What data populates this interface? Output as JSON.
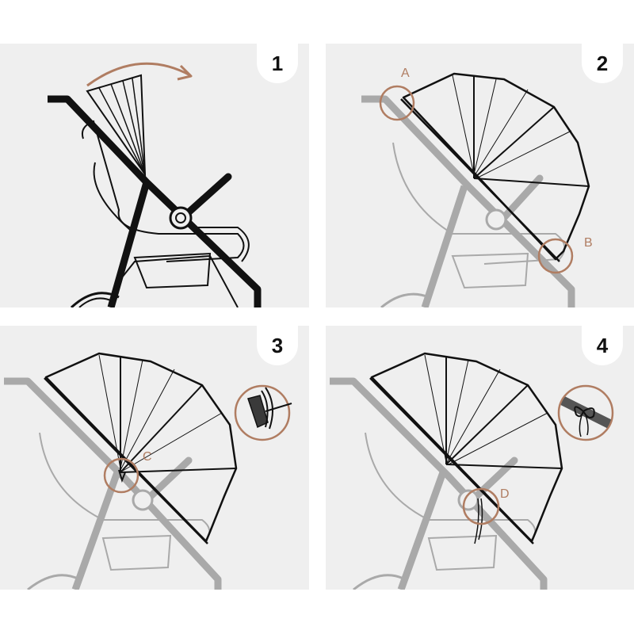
{
  "colors": {
    "panel_bg": "#efefef",
    "accent": "#b07d62",
    "active_line": "#111111",
    "ghost_line": "#a9a9a9"
  },
  "steps": [
    {
      "number": "1"
    },
    {
      "number": "2",
      "callouts": [
        "A",
        "B"
      ]
    },
    {
      "number": "3",
      "callouts": [
        "C"
      ]
    },
    {
      "number": "4",
      "callouts": [
        "D"
      ]
    }
  ]
}
